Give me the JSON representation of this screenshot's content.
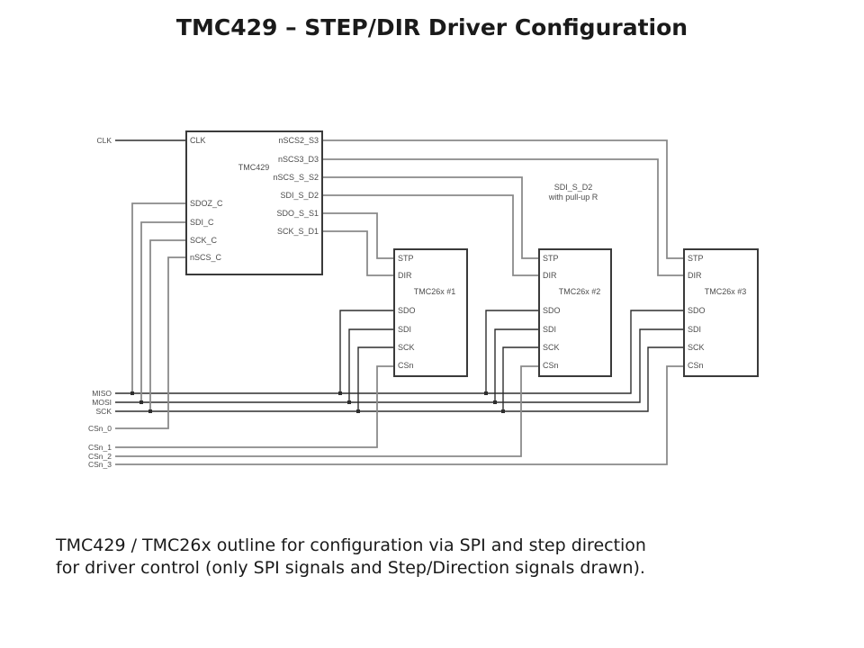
{
  "title": "TMC429 – STEP/DIR Driver Configuration",
  "caption": {
    "line1": "TMC429 / TMC26x outline for configuration via SPI and step direction",
    "line2": "for driver control (only SPI signals and Step/Direction signals drawn)."
  },
  "diagram": {
    "note": {
      "line1": "SDI_S_D2",
      "line2": "with pull-up R"
    },
    "bus_labels": {
      "clk": "CLK",
      "miso": "MISO",
      "mosi": "MOSI",
      "sck": "SCK",
      "csn0": "CSn_0",
      "csn1": "CSn_1",
      "csn2": "CSn_2",
      "csn3": "CSn_3"
    },
    "tmc429": {
      "label": "TMC429",
      "pins_left": [
        "CLK",
        "SDOZ_C",
        "SDI_C",
        "SCK_C",
        "nSCS_C"
      ],
      "pins_right": [
        "nSCS2_S3",
        "nSCS3_D3",
        "nSCS_S_S2",
        "SDI_S_D2",
        "SDO_S_S1",
        "SCK_S_D1"
      ]
    },
    "drivers": [
      {
        "label": "TMC26x #1",
        "pins": [
          "STP",
          "DIR",
          "SDO",
          "SDI",
          "SCK",
          "CSn"
        ]
      },
      {
        "label": "TMC26x #2",
        "pins": [
          "STP",
          "DIR",
          "SDO",
          "SDI",
          "SCK",
          "CSn"
        ]
      },
      {
        "label": "TMC26x #3",
        "pins": [
          "STP",
          "DIR",
          "SDO",
          "SDI",
          "SCK",
          "CSn"
        ]
      }
    ]
  },
  "colors": {
    "wire_dark": "#2e2e2e",
    "wire_gray": "#8a8a8a",
    "box_border": "#3a3a3a",
    "label_text": "#4d4d4d",
    "title_text": "#1a1a1a"
  }
}
